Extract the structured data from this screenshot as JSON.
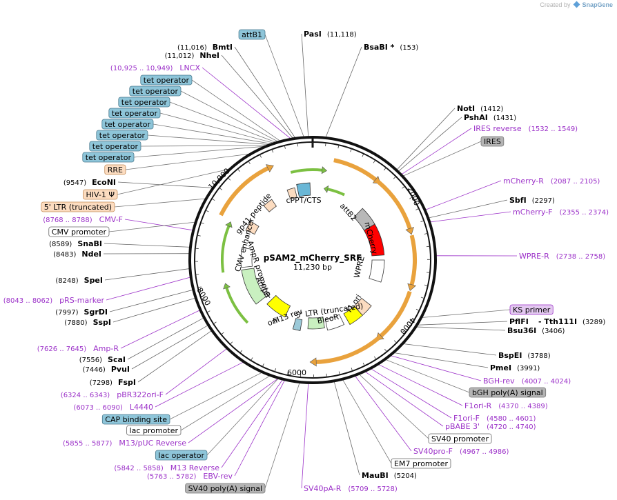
{
  "header": {
    "credit_prefix": "Created by",
    "credit_brand": "SnapGene"
  },
  "plasmid": {
    "name": "pSAM2_mCherry_SRF",
    "length": "11,230 bp"
  },
  "ruler": [
    "10,000",
    "2000",
    "4000",
    "6000",
    "8000"
  ],
  "sites_right": [
    {
      "name": "PasI",
      "pos": "(11,118)"
    },
    {
      "name": "BsaBI *",
      "pos": "(153)"
    },
    {
      "name": "NotI",
      "pos": "(1412)"
    },
    {
      "name": "PshAI",
      "pos": "(1431)"
    },
    {
      "name": "SbfI",
      "pos": "(2297)"
    },
    {
      "name": "PflFI",
      "pos": ""
    },
    {
      "name": "- Tth111I",
      "pos": "(3289)"
    },
    {
      "name": "Bsu36I",
      "pos": "(3406)"
    },
    {
      "name": "BspEI",
      "pos": "(3788)"
    },
    {
      "name": "PmeI",
      "pos": "(3991)"
    },
    {
      "name": "MauBI",
      "pos": "(5204)"
    }
  ],
  "sites_left": [
    {
      "name": "BmtI",
      "pos": "(11,016)"
    },
    {
      "name": "NheI",
      "pos": "(11,012)"
    },
    {
      "name": "EcoNI",
      "pos": "(9547)"
    },
    {
      "name": "SnaBI",
      "pos": "(8589)"
    },
    {
      "name": "NdeI",
      "pos": "(8483)"
    },
    {
      "name": "SpeI",
      "pos": "(8248)"
    },
    {
      "name": "SgrDI",
      "pos": "(7997)"
    },
    {
      "name": "SspI",
      "pos": "(7880)"
    },
    {
      "name": "ScaI",
      "pos": "(7556)"
    },
    {
      "name": "PvuI",
      "pos": "(7446)"
    },
    {
      "name": "FspI",
      "pos": "(7298)"
    }
  ],
  "primers_right": [
    {
      "name": "IRES reverse",
      "pos": "(1532 .. 1549)"
    },
    {
      "name": "mCherry-R",
      "pos": "(2087 .. 2105)"
    },
    {
      "name": "mCherry-F",
      "pos": "(2355 .. 2374)"
    },
    {
      "name": "WPRE-R",
      "pos": "(2738 .. 2758)"
    },
    {
      "name": "BGH-rev",
      "pos": "(4007 .. 4024)"
    },
    {
      "name": "F1ori-R",
      "pos": "(4370 .. 4389)"
    },
    {
      "name": "F1ori-F",
      "pos": "(4580 .. 4601)"
    },
    {
      "name": "pBABE 3'",
      "pos": "(4720 .. 4740)"
    },
    {
      "name": "SV40pro-F",
      "pos": "(4967 .. 4986)"
    },
    {
      "name": "SV40pA-R",
      "pos": "(5709 .. 5728)"
    }
  ],
  "primers_left": [
    {
      "name": "LNCX",
      "pos": "(10,925 .. 10,949)"
    },
    {
      "name": "CMV-F",
      "pos": "(8768 .. 8788)"
    },
    {
      "name": "pRS-marker",
      "pos": "(8043 .. 8062)"
    },
    {
      "name": "Amp-R",
      "pos": "(7626 .. 7645)"
    },
    {
      "name": "pBR322ori-F",
      "pos": "(6324 .. 6343)"
    },
    {
      "name": "L4440",
      "pos": "(6073 .. 6090)"
    },
    {
      "name": "M13/pUC Reverse",
      "pos": "(5855 .. 5877)"
    },
    {
      "name": "M13 Reverse",
      "pos": "(5842 .. 5858)"
    },
    {
      "name": "EBV-rev",
      "pos": "(5763 .. 5782)"
    }
  ],
  "feature_boxes": [
    {
      "label": "attB1",
      "kind": "blue"
    },
    {
      "label": "tet operator",
      "kind": "blue"
    },
    {
      "label": "tet operator",
      "kind": "blue"
    },
    {
      "label": "tet operator",
      "kind": "blue"
    },
    {
      "label": "tet operator",
      "kind": "blue"
    },
    {
      "label": "tet operator",
      "kind": "blue"
    },
    {
      "label": "tet operator",
      "kind": "blue"
    },
    {
      "label": "tet operator",
      "kind": "blue"
    },
    {
      "label": "tet operator",
      "kind": "blue"
    },
    {
      "label": "RRE",
      "kind": "orange"
    },
    {
      "label": "HIV-1 Ψ",
      "kind": "orange"
    },
    {
      "label": "5' LTR (truncated)",
      "kind": "orange"
    },
    {
      "label": "CMV promoter",
      "kind": "white"
    },
    {
      "label": "IRES",
      "kind": "gray"
    },
    {
      "label": "KS primer",
      "kind": "purple"
    },
    {
      "label": "bGH poly(A) signal",
      "kind": "gray"
    },
    {
      "label": "SV40 promoter",
      "kind": "white"
    },
    {
      "label": "EM7 promoter",
      "kind": "white"
    },
    {
      "label": "CAP binding site",
      "kind": "blue"
    },
    {
      "label": "lac promoter",
      "kind": "white"
    },
    {
      "label": "lac operator",
      "kind": "blue"
    },
    {
      "label": "SV40 poly(A) signal",
      "kind": "gray"
    }
  ],
  "inner_labels": [
    "cPPT/CTS",
    "gp41 peptide",
    "CMV enhancer",
    "AmpR promoter",
    "AmpR",
    "M13 rev",
    "ori",
    "BleoR",
    "f1 ori",
    "5' LTR (truncated)",
    "WPRE",
    "mCherry",
    "attB2"
  ],
  "colors": {
    "primer": "#9b30c8",
    "site": "#000000",
    "blue_box": "#8ec5d9",
    "orange_box": "#fcdcc0",
    "gray_box": "#b4b4b4",
    "purple_box": "#e3c8f0",
    "orange_arrow": "#e9a23d",
    "green_arrow": "#7cc042",
    "mcherry": "#ff0000",
    "ori": "#ffff00"
  }
}
